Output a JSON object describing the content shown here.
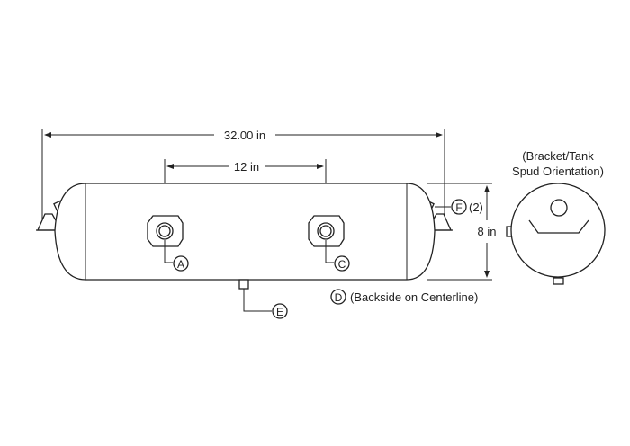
{
  "dimensions": {
    "overall_length": "32.00 in",
    "port_spacing": "12 in",
    "diameter": "8 in"
  },
  "ports": {
    "a": "A",
    "c": "C",
    "d": "D",
    "e": "E",
    "f": "F"
  },
  "notes": {
    "f_count": "(2)",
    "d_note": "(Backside on Centerline)",
    "end_view_line1": "(Bracket/Tank",
    "end_view_line2": "Spud Orientation)"
  }
}
